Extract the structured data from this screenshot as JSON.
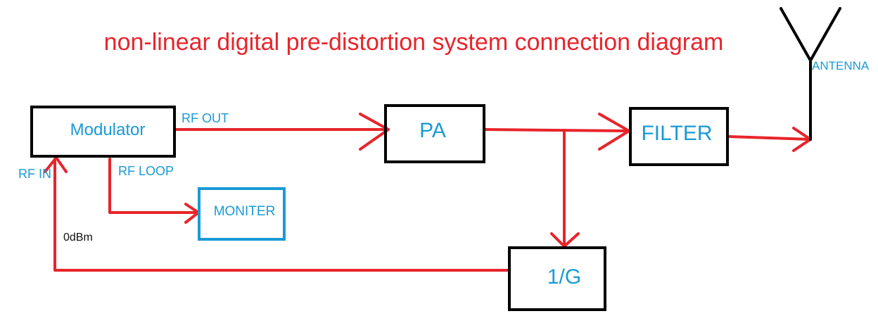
{
  "title": "non-linear digital pre-distortion system connection diagram",
  "blocks": {
    "modulator": "Modulator",
    "pa": "PA",
    "filter": "FILTER",
    "moniter": "MONITER",
    "gain_inverse": "1/G"
  },
  "labels": {
    "rf_out": "RF OUT",
    "rf_in": "RF IN",
    "rf_loop": "RF LOOP",
    "antenna": "ANTENNA",
    "level": "0dBm"
  },
  "colors": {
    "title": "#e8242b",
    "connection": "#e8242b",
    "block_border": "#000000",
    "monitor_border": "#1a9ad6",
    "label_blue": "#1a9ad6",
    "label_black": "#111111"
  }
}
